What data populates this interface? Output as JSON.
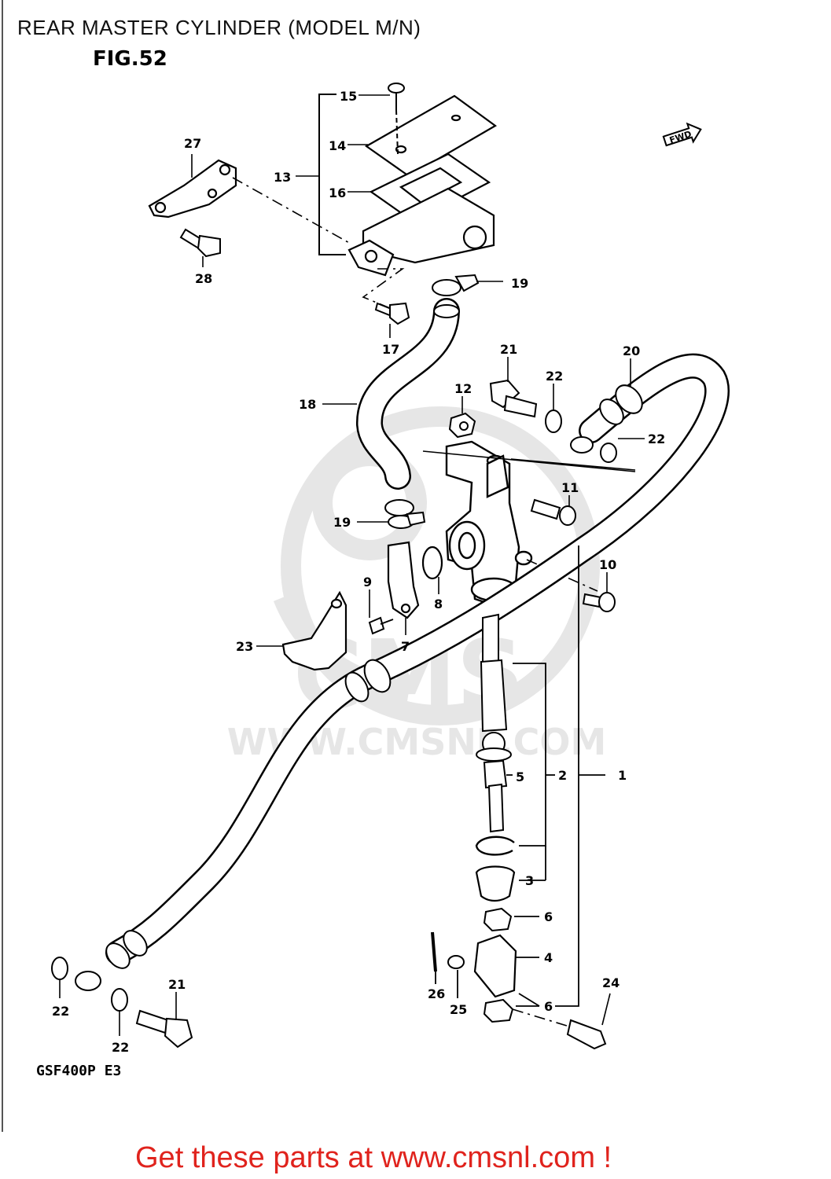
{
  "header": {
    "title": "REAR MASTER CYLINDER (MODEL M/N)",
    "figure": "FIG.52"
  },
  "diagram": {
    "direction_marker": "FWD",
    "model_code": "GSF400P E3",
    "watermark": {
      "brand": "CMS",
      "url": "WWW.CMSNL.COM"
    },
    "callouts": [
      "15",
      "14",
      "13",
      "16",
      "27",
      "28",
      "19",
      "17",
      "18",
      "21",
      "22",
      "20",
      "12",
      "22",
      "11",
      "10",
      "19",
      "9",
      "8",
      "7",
      "23",
      "1",
      "2",
      "5",
      "3",
      "6",
      "4",
      "6",
      "24",
      "26",
      "25",
      "22",
      "21",
      "22"
    ]
  },
  "footer": {
    "cta": "Get these parts at www.cmsnl.com !"
  },
  "colors": {
    "line": "#000000",
    "watermark": "#e6e6e6",
    "cta": "#e0231d"
  }
}
